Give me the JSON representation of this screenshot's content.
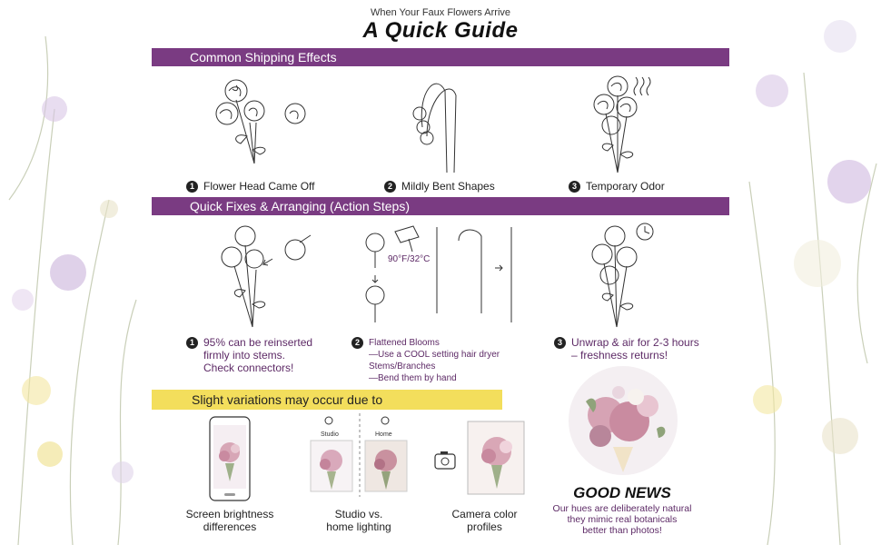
{
  "header": {
    "kicker": "When Your Faux Flowers Arrive",
    "title": "A Quick Guide"
  },
  "shipping": {
    "heading": "Common Shipping Effects",
    "items": [
      {
        "num": "1",
        "label": "Flower Head Came Off"
      },
      {
        "num": "2",
        "label": "Mildly Bent Shapes"
      },
      {
        "num": "3",
        "label": "Temporary Odor"
      }
    ]
  },
  "fixes": {
    "heading": "Quick Fixes & Arranging (Action Steps)",
    "temperature": "90°F/32°C",
    "item1": {
      "num": "1",
      "lines": [
        "95% can be reinserted",
        "firmly into stems.",
        "Check connectors!"
      ]
    },
    "item2": {
      "num": "2",
      "lines": [
        "Flattened Blooms",
        "—Use a COOL setting hair dryer",
        "Stems/Branches",
        "—Bend them by hand"
      ]
    },
    "item3": {
      "num": "3",
      "lines": [
        "Unwrap & air for 2-3 hours",
        "– freshness returns!"
      ]
    }
  },
  "variations": {
    "heading": "Slight variations may occur due to",
    "studio_label": "Studio",
    "home_label": "Home",
    "items": [
      {
        "lines": [
          "Screen brightness",
          "differences"
        ]
      },
      {
        "lines": [
          "Studio vs.",
          "home lighting"
        ]
      },
      {
        "lines": [
          "Camera color",
          "profiles"
        ]
      }
    ]
  },
  "good_news": {
    "title": "GOOD NEWS",
    "lines": [
      "Our hues are deliberately natural",
      "they mimic real botanicals",
      "better than photos!"
    ]
  },
  "colors": {
    "purple": "#7a3b82",
    "yellow": "#f3de5c",
    "text_purple": "#5d2a66"
  }
}
